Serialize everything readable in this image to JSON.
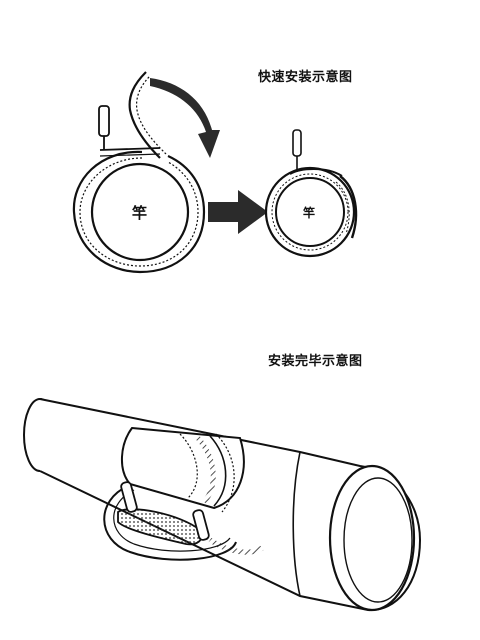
{
  "diagram": {
    "quick_install_title": "快速安装示意图",
    "install_complete_title": "安装完毕示意图",
    "pole_label_large": "竿",
    "pole_label_small": "竿"
  },
  "colors": {
    "ink": "#111111",
    "arrow_fill": "#2b2b2b",
    "background": "#ffffff"
  },
  "icons": [
    "curved-arrow-icon",
    "right-arrow-icon"
  ]
}
